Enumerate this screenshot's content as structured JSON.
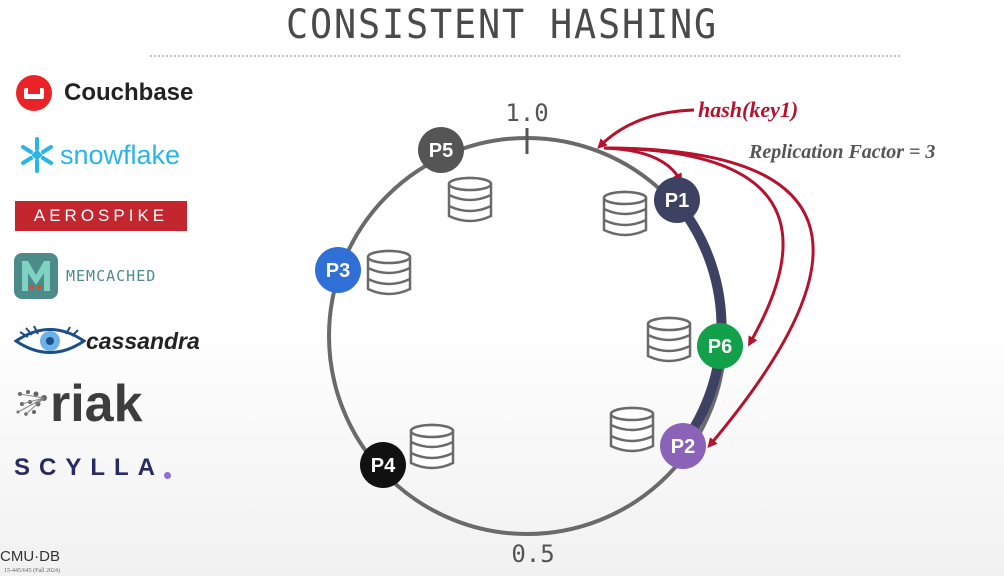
{
  "title": "CONSISTENT HASHING",
  "logos": [
    {
      "name": "couchbase",
      "label": "Couchbase",
      "color": "#ea2328"
    },
    {
      "name": "snowflake",
      "label": "snowflake",
      "color": "#29b5e8"
    },
    {
      "name": "aerospike",
      "label": "AEROSPIKE",
      "color": "#c4262e"
    },
    {
      "name": "memcached",
      "label": "MEMCACHED",
      "color": "#4d8a8a"
    },
    {
      "name": "cassandra",
      "label": "cassandra",
      "color": "#1c4f88"
    },
    {
      "name": "riak",
      "label": "riak",
      "color": "#444444"
    },
    {
      "name": "scylla",
      "label": "SCYLLA",
      "color": "#272b61"
    }
  ],
  "ring": {
    "top_label": "1.0",
    "bottom_label": "0.5",
    "hash_label": "hash(key1)",
    "replication_label": "Replication Factor = 3"
  },
  "partitions": [
    {
      "id": "P5",
      "color": "#555555"
    },
    {
      "id": "P1",
      "color": "#3d4263"
    },
    {
      "id": "P3",
      "color": "#2f6fd6"
    },
    {
      "id": "P6",
      "color": "#12a14a"
    },
    {
      "id": "P4",
      "color": "#111111"
    },
    {
      "id": "P2",
      "color": "#8a63b8"
    }
  ],
  "colors": {
    "ring": "#6a6a6a",
    "highlight_arc": "#3d4263",
    "arrow": "#b5122d"
  },
  "footer": {
    "main": "CMU·DB",
    "sub": "15-445/645 (Fall 2024)"
  }
}
